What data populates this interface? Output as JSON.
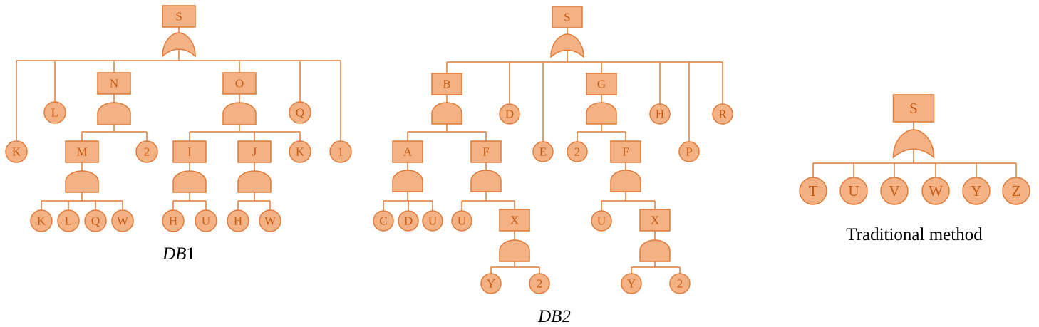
{
  "colors": {
    "fill": "#F4B183",
    "stroke": "#E07B39",
    "text": "#C55A11"
  },
  "db1": {
    "caption_italic": "DB",
    "caption_num": "1",
    "nodes": {
      "S": "S",
      "K1": "K",
      "L1": "L",
      "N": "N",
      "O": "O",
      "Q1": "Q",
      "I1": "1",
      "M": "M",
      "two1": "2",
      "I": "I",
      "J": "J",
      "K2": "K",
      "K3": "K",
      "L3": "L",
      "Q3": "Q",
      "W3": "W",
      "H4": "H",
      "U4": "U",
      "H5": "H",
      "W5": "W"
    }
  },
  "db2": {
    "caption": "DB2",
    "nodes": {
      "S": "S",
      "B": "B",
      "D1": "D",
      "E": "E",
      "G": "G",
      "H": "H",
      "P": "P",
      "R": "R",
      "A": "A",
      "F1": "F",
      "two1": "2",
      "F2": "F",
      "C": "C",
      "D2": "D",
      "U1": "U",
      "U2": "U",
      "X1": "X",
      "U3": "U",
      "X2": "X",
      "Y1": "Y",
      "two2": "2",
      "Y2": "Y",
      "two3": "2"
    }
  },
  "traditional": {
    "caption": "Traditional method",
    "nodes": {
      "S": "S",
      "T": "T",
      "U": "U",
      "V": "V",
      "W": "W",
      "Y": "Y",
      "Z": "Z"
    }
  }
}
